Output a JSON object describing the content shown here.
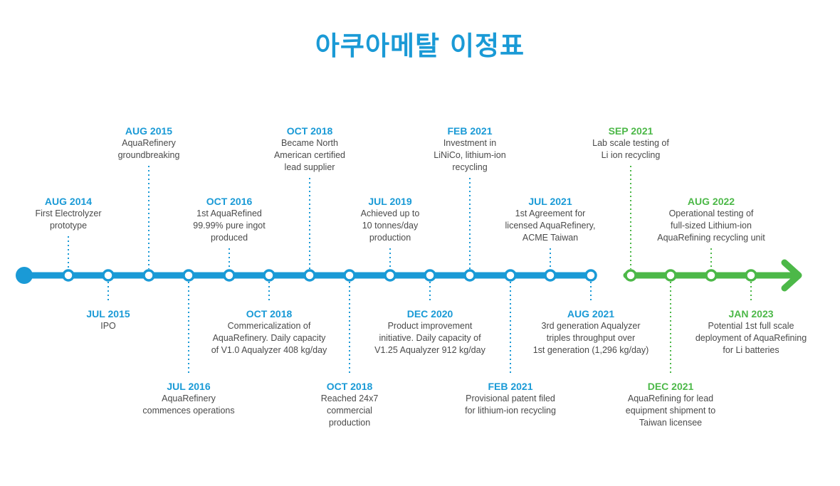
{
  "title": "아쿠아메탈 이정표",
  "colors": {
    "blue": "#1a9ad6",
    "green": "#4cb848",
    "text": "#4a4a4a"
  },
  "events": [
    {
      "date": "AUG 2014",
      "desc": "First Electrolyzer\nprototype",
      "side": "above",
      "level": 1,
      "color": "blue"
    },
    {
      "date": "JUL 2015",
      "desc": "IPO",
      "side": "below",
      "level": 1,
      "color": "blue"
    },
    {
      "date": "AUG 2015",
      "desc": "AquaRefinery\ngroundbreaking",
      "side": "above",
      "level": 2,
      "color": "blue"
    },
    {
      "date": "JUL 2016",
      "desc": "AquaRefinery\ncommences operations",
      "side": "below",
      "level": 2,
      "color": "blue"
    },
    {
      "date": "OCT 2016",
      "desc": "1st AquaRefined\n99.99% pure ingot\nproduced",
      "side": "above",
      "level": 1,
      "color": "blue"
    },
    {
      "date": "OCT 2018",
      "desc": "Commericalization of\nAquaRefinery. Daily capacity\nof V1.0 Aqualyzer 408 kg/day",
      "side": "below",
      "level": 1,
      "color": "blue"
    },
    {
      "date": "OCT 2018",
      "desc": "Became North\nAmerican certified\nlead supplier",
      "side": "above",
      "level": 2,
      "color": "blue"
    },
    {
      "date": "OCT 2018",
      "desc": "Reached 24x7\ncommercial\nproduction",
      "side": "below",
      "level": 2,
      "color": "blue"
    },
    {
      "date": "JUL 2019",
      "desc": "Achieved up to\n10 tonnes/day\nproduction",
      "side": "above",
      "level": 1,
      "color": "blue"
    },
    {
      "date": "DEC 2020",
      "desc": "Product improvement\ninitiative. Daily capacity of\nV1.25 Aqualyzer 912 kg/day",
      "side": "below",
      "level": 1,
      "color": "blue"
    },
    {
      "date": "FEB 2021",
      "desc": "Investment in\nLiNiCo, lithium-ion\nrecycling",
      "side": "above",
      "level": 2,
      "color": "blue"
    },
    {
      "date": "FEB 2021",
      "desc": "Provisional patent filed\nfor lithium-ion recycling",
      "side": "below",
      "level": 2,
      "color": "blue"
    },
    {
      "date": "JUL 2021",
      "desc": "1st Agreement for\nlicensed AquaRefinery,\nACME Taiwan",
      "side": "above",
      "level": 1,
      "color": "blue"
    },
    {
      "date": "AUG 2021",
      "desc": "3rd generation Aqualyzer\ntriples throughput over\n1st generation (1,296 kg/day)",
      "side": "below",
      "level": 1,
      "color": "blue"
    },
    {
      "date": "SEP 2021",
      "desc": "Lab scale testing of\nLi ion recycling",
      "side": "above",
      "level": 2,
      "color": "green"
    },
    {
      "date": "DEC 2021",
      "desc": "AquaRefining for lead\nequipment shipment to\nTaiwan licensee",
      "side": "below",
      "level": 2,
      "color": "green"
    },
    {
      "date": "AUG 2022",
      "desc": "Operational testing of\nfull-sized Lithium-ion\nAquaRefining recycling unit",
      "side": "above",
      "level": 1,
      "color": "green"
    },
    {
      "date": "JAN 2023",
      "desc": "Potential 1st full scale\ndeployment of AquaRefining\nfor Li batteries",
      "side": "below",
      "level": 1,
      "color": "green"
    }
  ]
}
